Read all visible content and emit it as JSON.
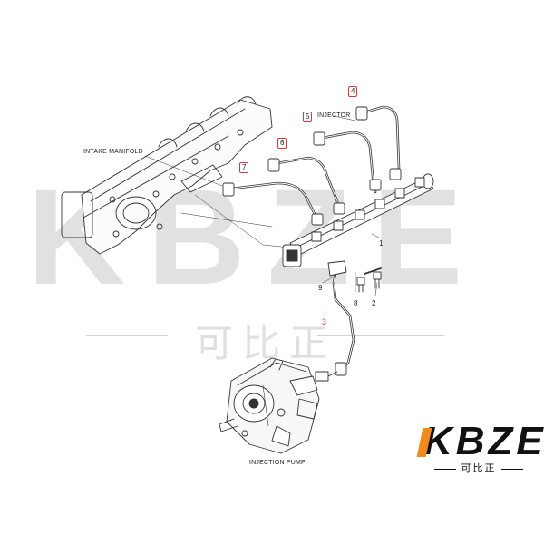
{
  "labels": {
    "intake_manifold": "INTAKE MANIFOLD",
    "injector": "INJECTOR",
    "injection_pump": "INJECTION PUMP"
  },
  "callouts": {
    "c1": "1",
    "c2": "2",
    "c3": "3",
    "c4": "4",
    "c5": "5",
    "c6": "6",
    "c7": "7",
    "c8": "8",
    "c9": "9"
  },
  "watermark": {
    "letters": "KBZE",
    "chinese": "可比正"
  },
  "logo": {
    "word": "KBZE",
    "sub": "可比正"
  },
  "colors": {
    "callout_box": "#d63a3a",
    "logo_accent": "#f28a1e",
    "line": "#333333"
  }
}
